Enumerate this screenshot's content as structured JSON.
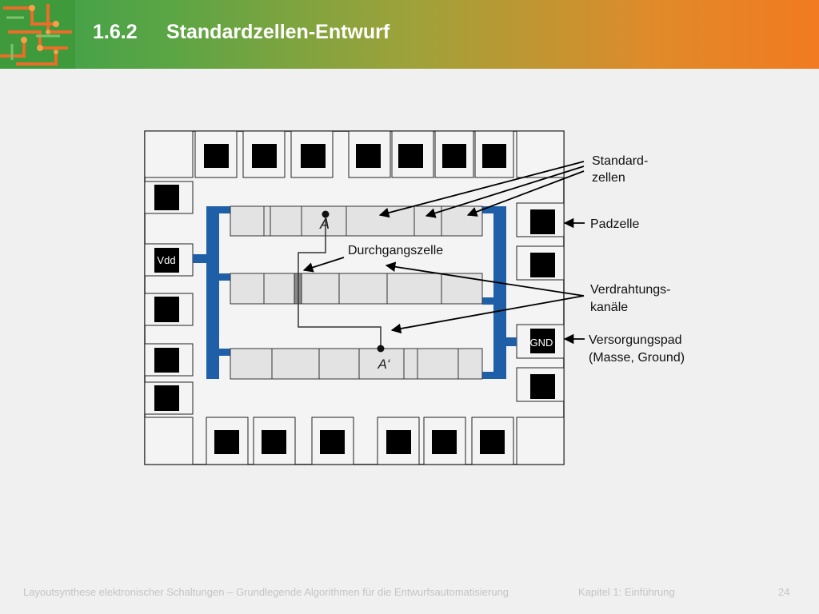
{
  "header": {
    "number": "1.6.2",
    "title": "Standardzellen-Entwurf"
  },
  "diagram": {
    "pad_labels": {
      "vdd": "Vdd",
      "gnd": "GND"
    },
    "points": {
      "a": "A",
      "a_prime": "A‘"
    },
    "labels": {
      "through_cell": "Durchgangszelle",
      "standard_cells_1": "Standard-",
      "standard_cells_2": "zellen",
      "pad_cell": "Padzelle",
      "routing_1": "Verdrahtungs-",
      "routing_2": "kanäle",
      "supply_1": "Versorgungspad",
      "supply_2": "(Masse, Ground)"
    },
    "colors": {
      "rail": "#1f5fa8",
      "cell": "#e3e3e3",
      "pad": "#000000",
      "wire": "#333333"
    }
  },
  "footer": {
    "course": "Layoutsynthese elektronischer Schaltungen – Grundlegende Algorithmen für die Entwurfsautomatisierung",
    "chapter": "Kapitel 1: Einführung",
    "page": "24"
  }
}
